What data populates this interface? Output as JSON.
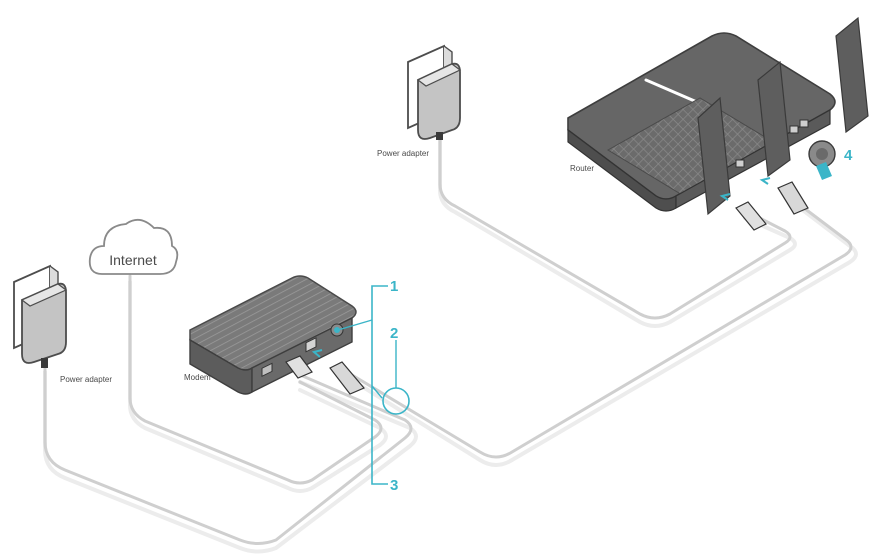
{
  "labels": {
    "internet": "Internet",
    "modem": "Modem",
    "router": "Router",
    "power_adapter_left": "Power adapter",
    "power_adapter_top": "Power adapter"
  },
  "steps": {
    "s1": "1",
    "s2": "2",
    "s3": "3",
    "s4": "4"
  },
  "colors": {
    "accent": "#3bb5c8",
    "device": "#6e6e6e",
    "cable": "#cfcfcf"
  }
}
